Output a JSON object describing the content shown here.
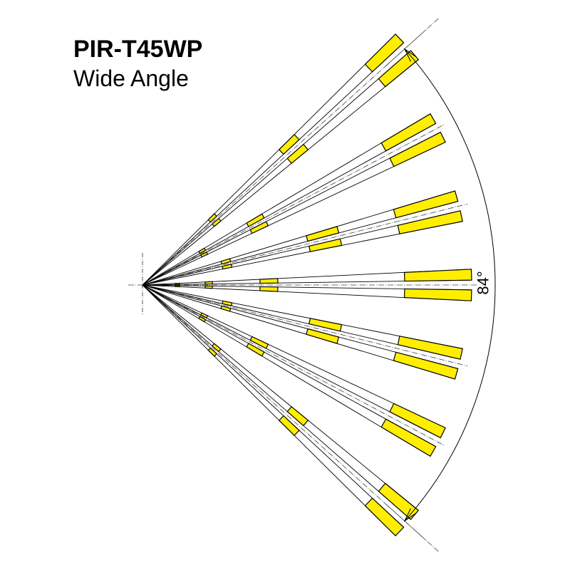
{
  "header": {
    "title": "PIR-T45WP",
    "subtitle": "Wide Angle"
  },
  "diagram": {
    "coverage_label": "84°",
    "coverage_deg": 84,
    "zone_fill": "#ffee00",
    "line_color": "#000000"
  }
}
